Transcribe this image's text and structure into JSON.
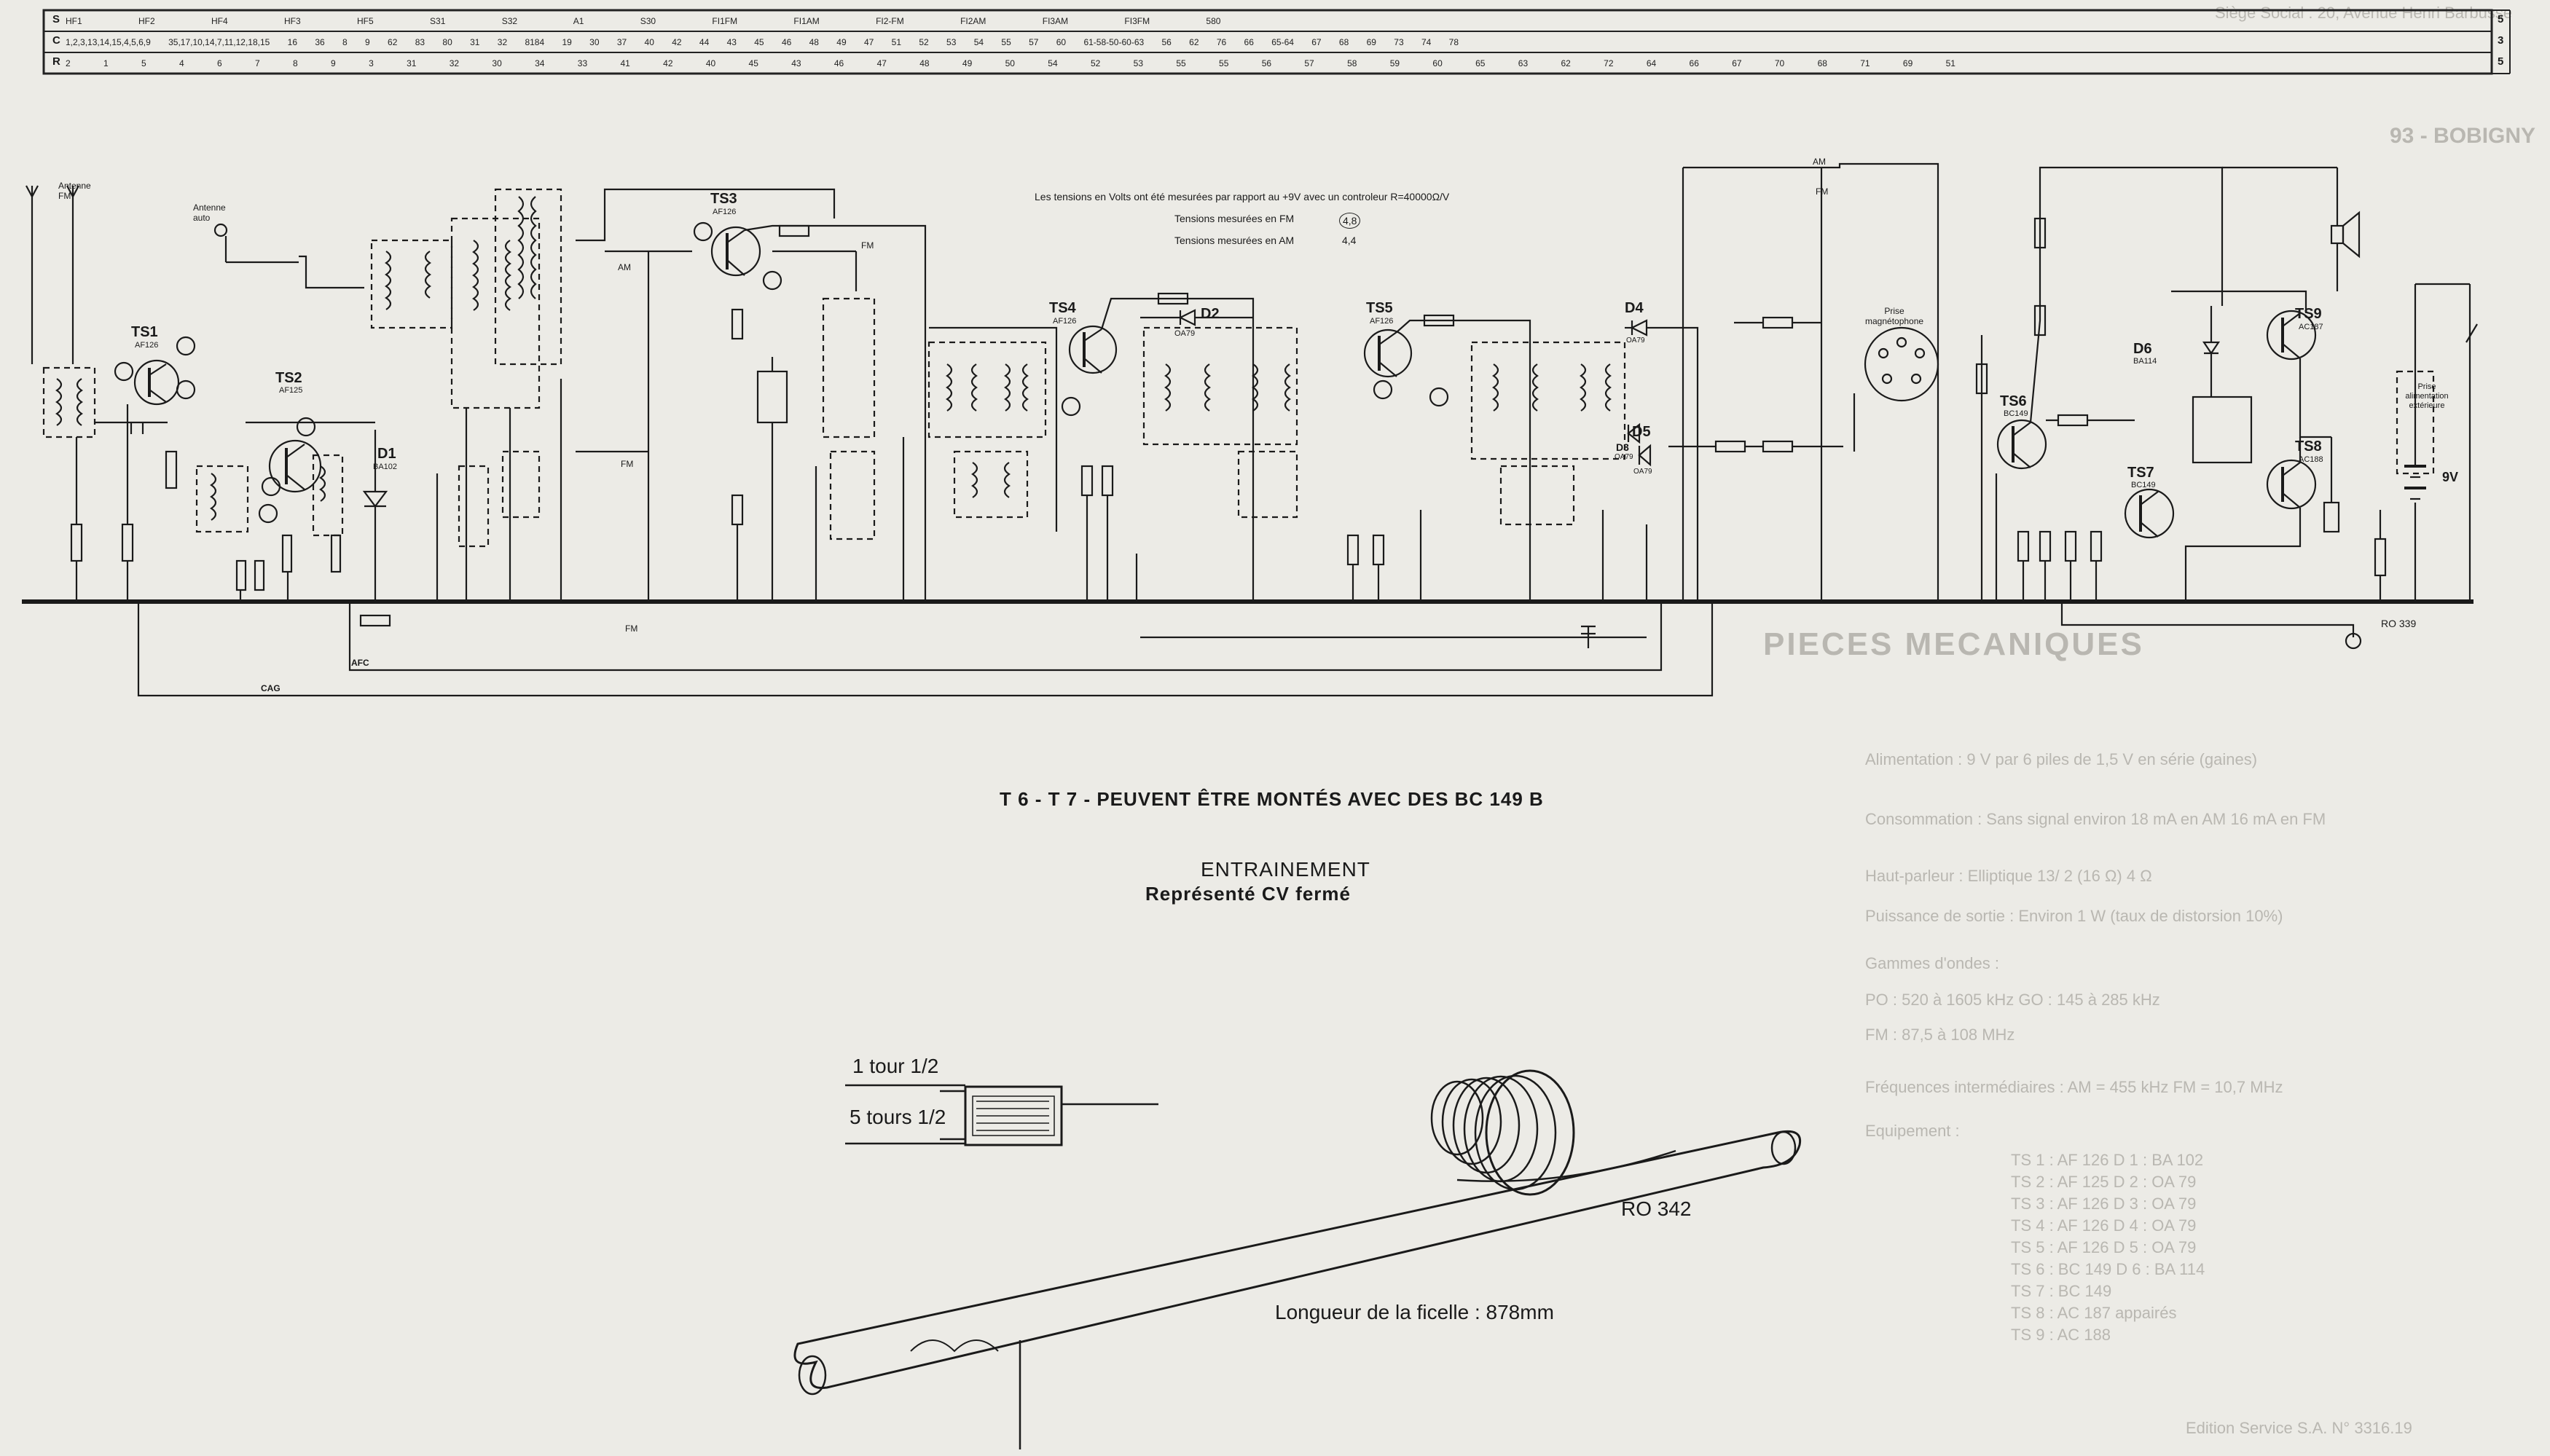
{
  "strip": {
    "row_labels": [
      "S",
      "C",
      "R"
    ],
    "row_labels_right": [
      "5",
      "3",
      "5"
    ],
    "row1_text": "HF1   HF2   HF4   HF3   HF5   S31   S32   A1   S30   FI1FM   FI1AM   FI2-FM   FI2AM   FI3AM   FI3FM   580",
    "row2_text": "1,2,3,13,14,15,4,5,6,9   35,17,10,14,7,11,12,18,15   16 36   8 9   62 83 80   31   32   8184 19 30   37 40   42 44 43   45   46   48 49   47   51 52   53   54   55   57   60   61-58-50-60-63   56 62   76 66 65-64   67   68 69   73   74   78",
    "row3_text": "2   1   5 4 6   7 8 9   3   31 32 30 34 33   41   42 40 45 43 46   47 48 49   50   54 52 53   55 55 56 57 58 59   60   65 63 62 72 64 66 67   70 68 71 69   51"
  },
  "schematic": {
    "antenna_fm": "Antenne FM",
    "antenna_auto": "Antenne auto",
    "voltage_note": "Les tensions en Volts ont été mesurées par rapport au +9V avec un controleur R=40000Ω/V",
    "voltage_fm": "Tensions mesurées en FM",
    "voltage_fm_value": "4,8",
    "voltage_am": "Tensions mesurées en AM",
    "voltage_am_value": "4,4",
    "transistors": [
      {
        "name": "TS1",
        "type": "AF126"
      },
      {
        "name": "TS2",
        "type": "AF125"
      },
      {
        "name": "TS3",
        "type": "AF126"
      },
      {
        "name": "TS4",
        "type": "AF126"
      },
      {
        "name": "TS5",
        "type": "AF126"
      },
      {
        "name": "TS6",
        "type": "BC149"
      },
      {
        "name": "TS7",
        "type": "BC149"
      },
      {
        "name": "TS8",
        "type": "AC188"
      },
      {
        "name": "TS9",
        "type": "AC187"
      }
    ],
    "diodes": [
      {
        "name": "D1",
        "type": "BA102"
      },
      {
        "name": "D2",
        "type": "OA79"
      },
      {
        "name": "D3",
        "type": "OA79"
      },
      {
        "name": "D4",
        "type": "OA79"
      },
      {
        "name": "D5",
        "type": "OA79"
      },
      {
        "name": "D6",
        "type": "BA114"
      }
    ],
    "prise_magneto": "Prise magnétophone",
    "prise_alim": "Prise alimentation extérieure",
    "battery": "9V",
    "ro_code": "RO 339",
    "agc_label": "CAG",
    "afc_label": "AFC",
    "fm_label": "FM",
    "am_label": "AM"
  },
  "note_ts": "T 6 - T 7 - PEUVENT ÊTRE MONTÉS AVEC DES BC 149 B",
  "entrainement": {
    "title": "ENTRAINEMENT",
    "subtitle": "Représenté CV fermé",
    "tour1": "1 tour 1/2",
    "tour2": "5 tours 1/2",
    "ref": "RO 342",
    "length": "Longueur de la ficelle : 878mm"
  },
  "ghost": {
    "heading": "PIECES MECANIQUES",
    "lines": [
      "Siège Social : 20, Avenue Henri Barbusse",
      "93 - BOBIGNY",
      "Alimentation : 9 V par 6 piles de 1,5 V en série (gaines)",
      "Consommation : Sans signal environ 18 mA en AM  16 mA en FM",
      "Haut-parleur : Elliptique 13/ 2 (16 Ω) 4 Ω",
      "Puissance de sortie : Environ 1 W (taux de distorsion 10%)",
      "Gammes d'ondes :",
      "PO : 520 à 1605 kHz   GO : 145 à 285 kHz",
      "FM : 87,5 à 108 MHz",
      "Fréquences intermédiaires : AM = 455 kHz   FM = 10,7 MHz",
      "Equipement :",
      "TS 1 : AF 126   D 1 : BA 102",
      "TS 2 : AF 125   D 2 : OA 79",
      "TS 3 : AF 126   D 3 : OA 79",
      "TS 4 : AF 126   D 4 : OA 79",
      "TS 5 : AF 126   D 5 : OA 79",
      "TS 6 : BC 149   D 6 : BA 114",
      "TS 7 : BC 149",
      "TS 8 : AC 187   appairés",
      "TS 9 : AC 188",
      "Edition Service S.A. N° 3316.19"
    ]
  }
}
